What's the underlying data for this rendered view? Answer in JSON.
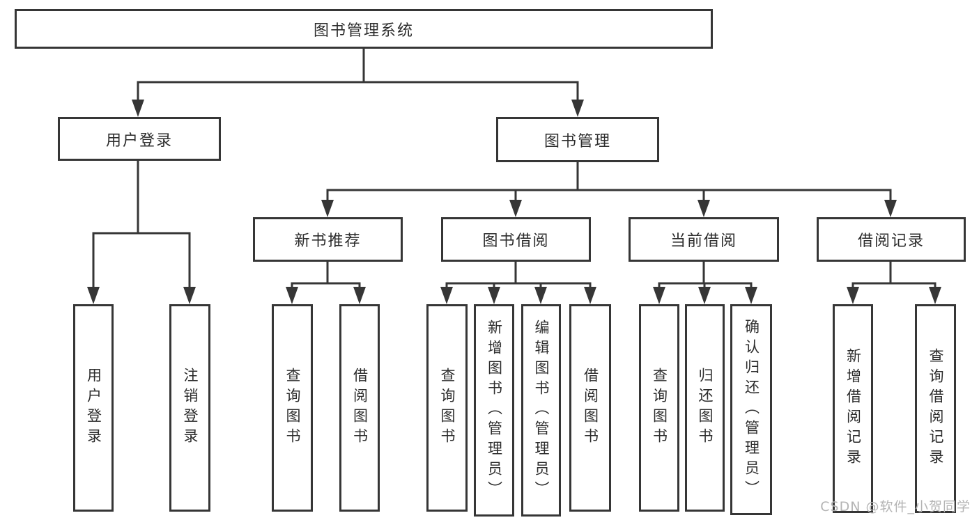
{
  "diagram_title": "图书管理系统",
  "tree": {
    "root": {
      "label": "图书管理系统"
    },
    "branches": [
      {
        "label": "用户登录",
        "leaves": [
          "用户登录",
          "注销登录"
        ]
      },
      {
        "label": "图书管理",
        "groups": [
          {
            "label": "新书推荐",
            "leaves": [
              "查询图书",
              "借阅图书"
            ]
          },
          {
            "label": "图书借阅",
            "leaves": [
              "查询图书",
              "新增图书（管理员）",
              "编辑图书（管理员）",
              "借阅图书"
            ]
          },
          {
            "label": "当前借阅",
            "leaves": [
              "查询图书",
              "归还图书",
              "确认归还（管理员）"
            ]
          },
          {
            "label": "借阅记录",
            "leaves": [
              "新增借阅记录",
              "查询借阅记录"
            ]
          }
        ]
      }
    ]
  },
  "watermark": "CSDN @软件_小贺同学",
  "colors": {
    "line": "#363636",
    "text": "#2d2d2d",
    "box_background": "#ffffff",
    "page_background": "#ffffff",
    "watermark": "#b4b4b4"
  }
}
